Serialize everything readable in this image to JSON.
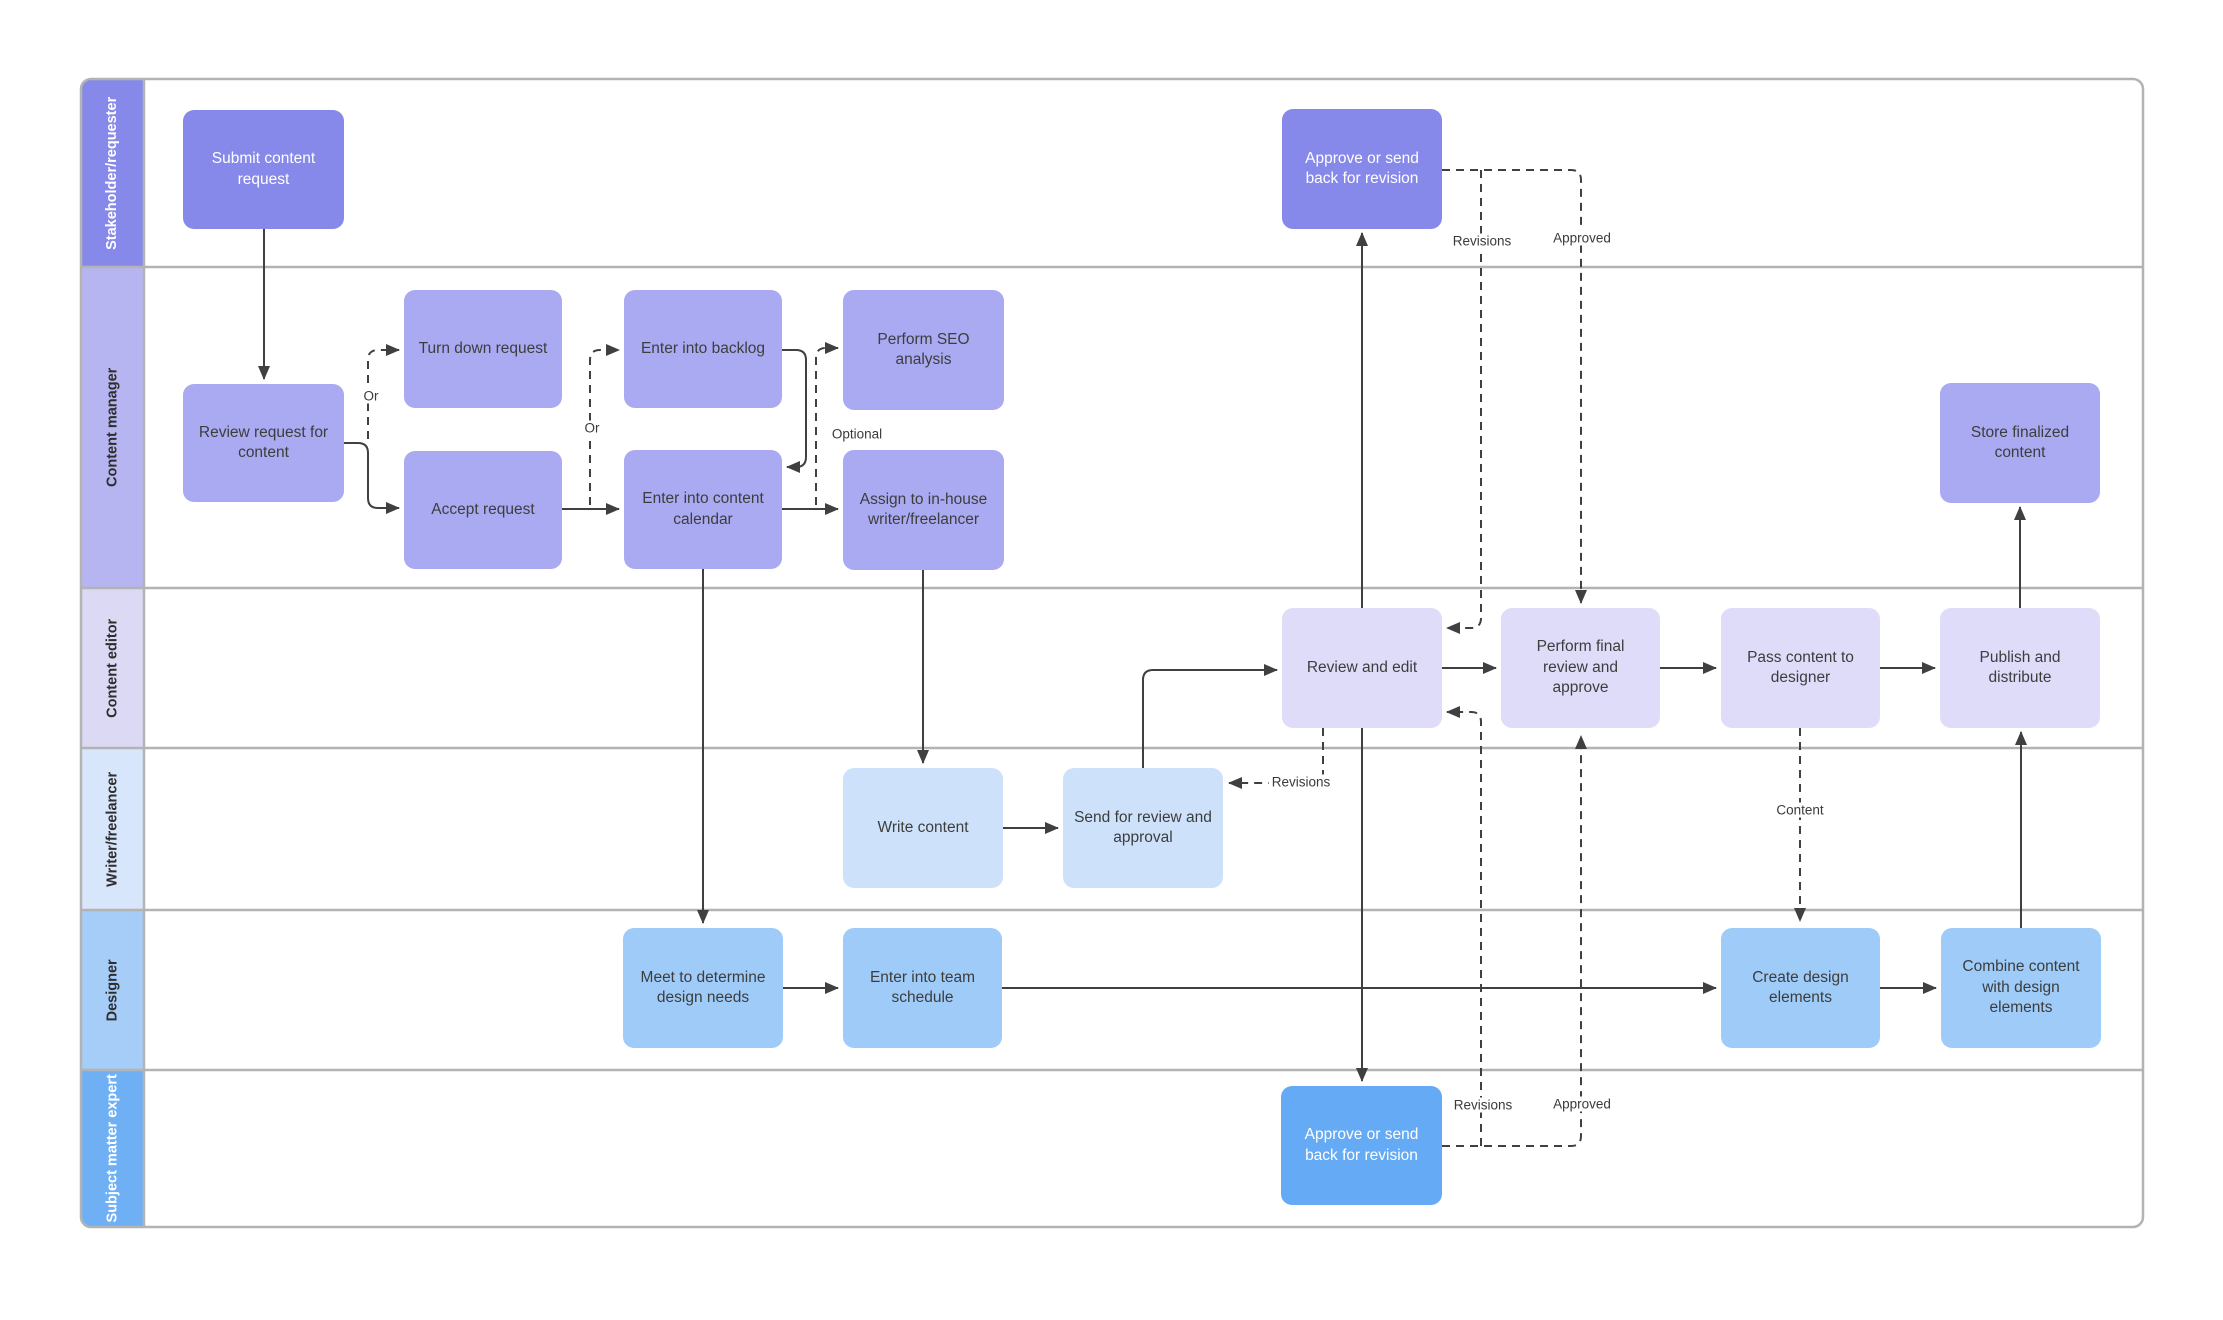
{
  "diagram": {
    "type": "swimlane-flowchart",
    "subject": "Content production workflow"
  },
  "lanes": [
    {
      "id": "stakeholder",
      "label": "Stakeholder/requester",
      "header_fill": "#8689ea",
      "header_text": "#ffffff"
    },
    {
      "id": "content-manager",
      "label": "Content manager",
      "header_fill": "#b7b5f1",
      "header_text": "#2e2e2e"
    },
    {
      "id": "content-editor",
      "label": "Content editor",
      "header_fill": "#dbd9f4",
      "header_text": "#2e2e2e"
    },
    {
      "id": "writer",
      "label": "Writer/freelancer",
      "header_fill": "#d7e6fa",
      "header_text": "#2e2e2e"
    },
    {
      "id": "designer",
      "label": "Designer",
      "header_fill": "#a5cdf8",
      "header_text": "#2e2e2e"
    },
    {
      "id": "sme",
      "label": "Subject matter expert",
      "header_fill": "#6fb0f5",
      "header_text": "#ffffff"
    }
  ],
  "nodes": {
    "submit": {
      "label": "Submit content request",
      "lane": "stakeholder",
      "fill": "#8689ea"
    },
    "approve_top": {
      "label": "Approve or send back for revision",
      "lane": "stakeholder",
      "fill": "#8689ea"
    },
    "review_request": {
      "label": "Review request for content",
      "lane": "content-manager",
      "fill": "#a9aaf1"
    },
    "turn_down": {
      "label": "Turn down request",
      "lane": "content-manager",
      "fill": "#a9aaf1"
    },
    "accept": {
      "label": "Accept request",
      "lane": "content-manager",
      "fill": "#a9aaf1"
    },
    "backlog": {
      "label": "Enter into backlog",
      "lane": "content-manager",
      "fill": "#a9aaf1"
    },
    "calendar": {
      "label": "Enter into content calendar",
      "lane": "content-manager",
      "fill": "#a9aaf1"
    },
    "seo": {
      "label": "Perform SEO analysis",
      "lane": "content-manager",
      "fill": "#a9aaf1"
    },
    "assign": {
      "label": "Assign to in-house writer/freelancer",
      "lane": "content-manager",
      "fill": "#a9aaf1"
    },
    "store": {
      "label": "Store finalized content",
      "lane": "content-manager",
      "fill": "#a9aaf1"
    },
    "review_edit": {
      "label": "Review and edit",
      "lane": "content-editor",
      "fill": "#dedcf9"
    },
    "perform_final": {
      "label": "Perform final review and approve",
      "lane": "content-editor",
      "fill": "#dedcf9"
    },
    "pass_content": {
      "label": "Pass content to designer",
      "lane": "content-editor",
      "fill": "#dedcf9"
    },
    "publish": {
      "label": "Publish and distribute",
      "lane": "content-editor",
      "fill": "#dedcf9"
    },
    "write": {
      "label": "Write content",
      "lane": "writer",
      "fill": "#cde2fa"
    },
    "send": {
      "label": "Send for review and approval",
      "lane": "writer",
      "fill": "#cde2fa"
    },
    "meet": {
      "label": "Meet to determine design needs",
      "lane": "designer",
      "fill": "#9ecbf8"
    },
    "schedule": {
      "label": "Enter into team schedule",
      "lane": "designer",
      "fill": "#9ecbf8"
    },
    "create": {
      "label": "Create design elements",
      "lane": "designer",
      "fill": "#9ecbf8"
    },
    "combine": {
      "label": "Combine content with design elements",
      "lane": "designer",
      "fill": "#9ecbf8"
    },
    "approve_bottom": {
      "label": "Approve or send back for revision",
      "lane": "sme",
      "fill": "#64aaf4"
    }
  },
  "edge_labels": {
    "or_turn_down": "Or",
    "or_backlog": "Or",
    "optional": "Optional",
    "revisions_writer": "Revisions",
    "revisions_top": "Revisions",
    "approved_top": "Approved",
    "revisions_bottom": "Revisions",
    "approved_bottom": "Approved",
    "content": "Content"
  },
  "colors": {
    "lane_border": "#b3b3b3",
    "connector": "#404040",
    "node_text_dark": "#3d3d3d",
    "node_text_light": "#ffffff",
    "background": "#ffffff"
  }
}
